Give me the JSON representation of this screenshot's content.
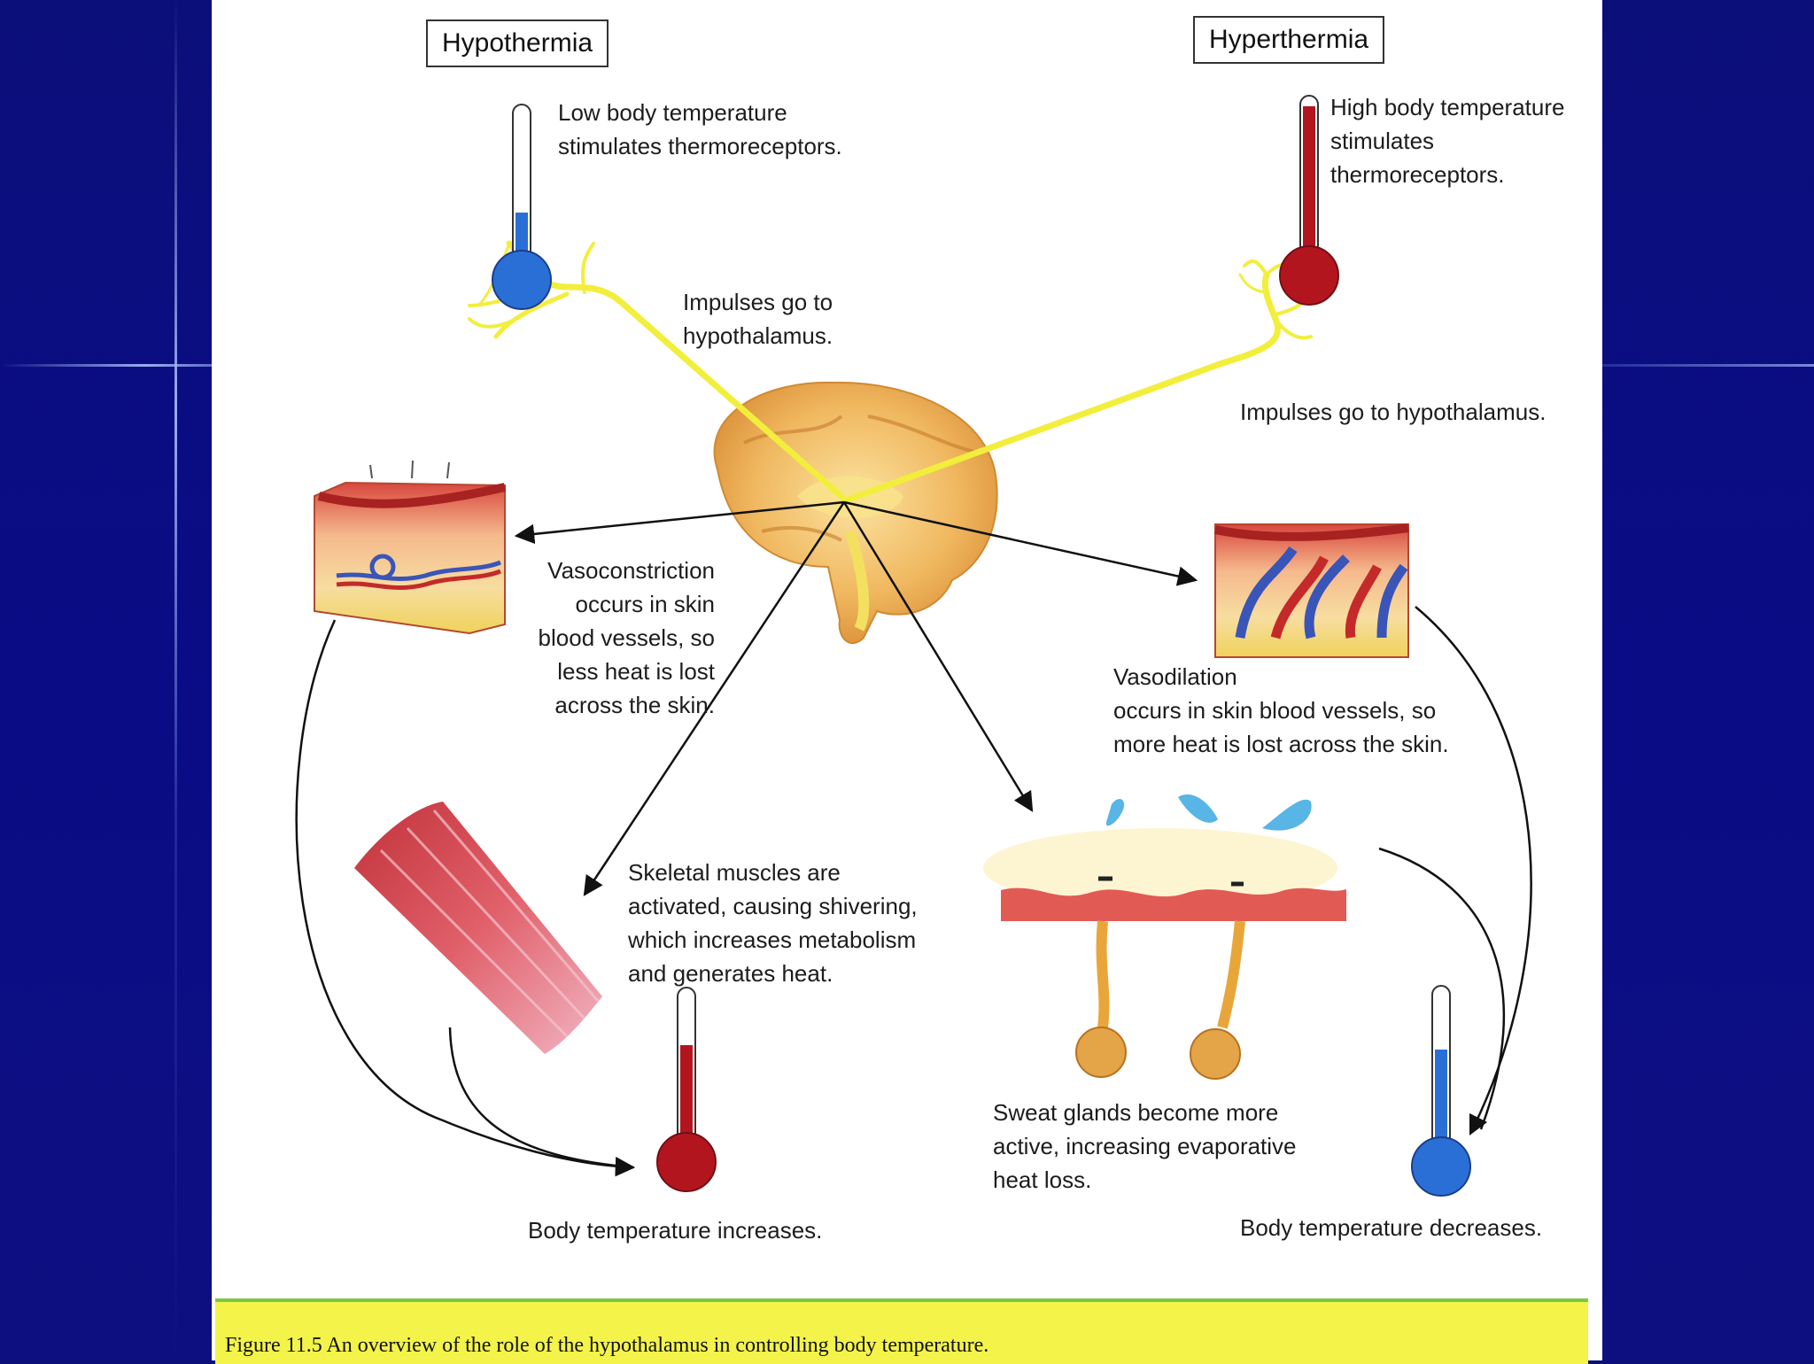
{
  "colors": {
    "background": "#0a0c86",
    "panel": "#ffffff",
    "caption_bar": "#f3f34a",
    "nerve": "#f2ee3c",
    "cold_bulb": "#2a6fd6",
    "hot_bulb": "#b3151f"
  },
  "hypothermia": {
    "title": "Hypothermia",
    "stimulus": "Low body temperature\nstimulates thermoreceptors.",
    "impulses": "Impulses go to\nhypothalamus.",
    "vasoconstriction": "Vasoconstriction\noccurs in skin\nblood vessels, so\nless heat is lost\nacross the skin.",
    "shivering": "Skeletal muscles are\nactivated, causing shivering,\nwhich increases metabolism\nand generates heat.",
    "result": "Body temperature increases."
  },
  "hyperthermia": {
    "title": "Hyperthermia",
    "stimulus": "High body temperature\nstimulates\nthermoreceptors.",
    "impulses": "Impulses go to hypothalamus.",
    "vasodilation": "Vasodilation\noccurs in skin blood vessels, so\nmore heat is lost across the skin.",
    "sweat": "Sweat glands become more\nactive, increasing evaporative\nheat loss.",
    "result": "Body temperature decreases."
  },
  "icons": [
    "thermometer-cold-icon",
    "thermometer-hot-icon",
    "brain-icon",
    "skin-constricted-icon",
    "skin-dilated-icon",
    "muscle-icon",
    "sweat-gland-icon"
  ],
  "caption": "Figure 11.5    An overview of the role of the hypothalamus in controlling body temperature."
}
